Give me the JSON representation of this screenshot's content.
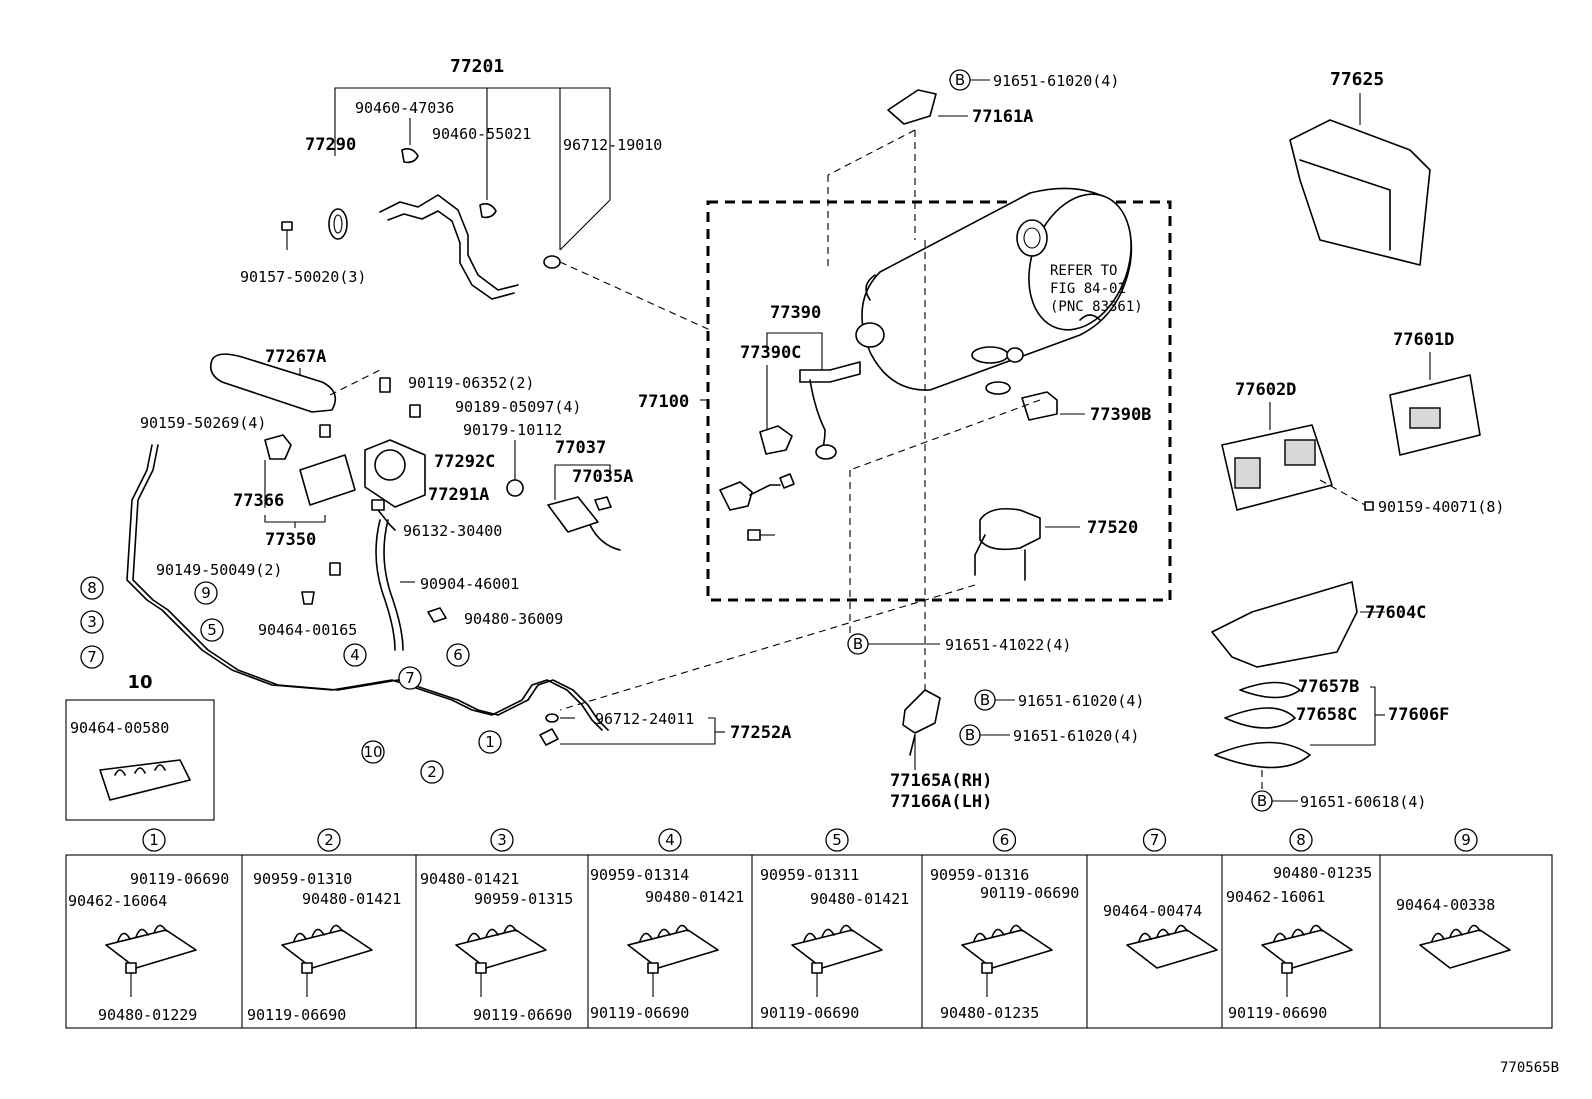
{
  "diagram_id": "770565B",
  "labels": {
    "l77201": "77201",
    "l90460_47036": "90460-47036",
    "l77290": "77290",
    "l90460_55021": "90460-55021",
    "l96712_19010": "96712-19010",
    "l90157_50020": "90157-50020(3)",
    "l91651_61020_top": "91651-61020(4)",
    "l77161A": "77161A",
    "l77625": "77625",
    "l77390": "77390",
    "l77390C": "77390C",
    "refer1": "REFER TO",
    "refer2": "FIG 84-01",
    "refer3": "(PNC 83361)",
    "l77100": "77100",
    "l77390B": "77390B",
    "l77601D": "77601D",
    "l77602D": "77602D",
    "l90159_40071": "90159-40071(8)",
    "l77267A": "77267A",
    "l90119_06352": "90119-06352(2)",
    "l90189_05097": "90189-05097(4)",
    "l90159_50269": "90159-50269(4)",
    "l90179_10112": "90179-10112",
    "l77037": "77037",
    "l77292C": "77292C",
    "l77035A": "77035A",
    "l77366": "77366",
    "l77291A": "77291A",
    "l96132_30400": "96132-30400",
    "l77350": "77350",
    "l77520": "77520",
    "l90149_50049": "90149-50049(2)",
    "l90904_46001": "90904-46001",
    "l90480_36009": "90480-36009",
    "l90464_00165": "90464-00165",
    "l91651_41022": "91651-41022(4)",
    "l77604C": "77604C",
    "l77657B": "77657B",
    "l77658C": "77658C",
    "l77606F": "77606F",
    "l91651_61020_mid1": "91651-61020(4)",
    "l91651_61020_mid2": "91651-61020(4)",
    "l96712_24011": "96712-24011",
    "l77252A": "77252A",
    "l77165A": "77165A(RH)",
    "l77166A": "77166A(LH)",
    "l91651_60618": "91651-60618(4)",
    "l90464_00580": "90464-00580",
    "bolt_letter": "B"
  },
  "callouts": [
    "1",
    "2",
    "3",
    "4",
    "5",
    "6",
    "7",
    "8",
    "9",
    "10"
  ],
  "detail_panels": [
    {
      "num": "1",
      "labels": [
        "90119-06690",
        "90462-16064",
        "90480-01229"
      ]
    },
    {
      "num": "2",
      "labels": [
        "90959-01310",
        "90480-01421",
        "90119-06690"
      ]
    },
    {
      "num": "3",
      "labels": [
        "90480-01421",
        "90959-01315",
        "90119-06690"
      ]
    },
    {
      "num": "4",
      "labels": [
        "90959-01314",
        "90480-01421",
        "90119-06690"
      ]
    },
    {
      "num": "5",
      "labels": [
        "90959-01311",
        "90480-01421",
        "90119-06690"
      ]
    },
    {
      "num": "6",
      "labels": [
        "90959-01316",
        "90119-06690",
        "90480-01235"
      ]
    },
    {
      "num": "7",
      "labels": [
        "90464-00474"
      ]
    },
    {
      "num": "8",
      "labels": [
        "90480-01235",
        "90462-16061",
        "90119-06690"
      ]
    },
    {
      "num": "9",
      "labels": [
        "90464-00338"
      ]
    }
  ]
}
